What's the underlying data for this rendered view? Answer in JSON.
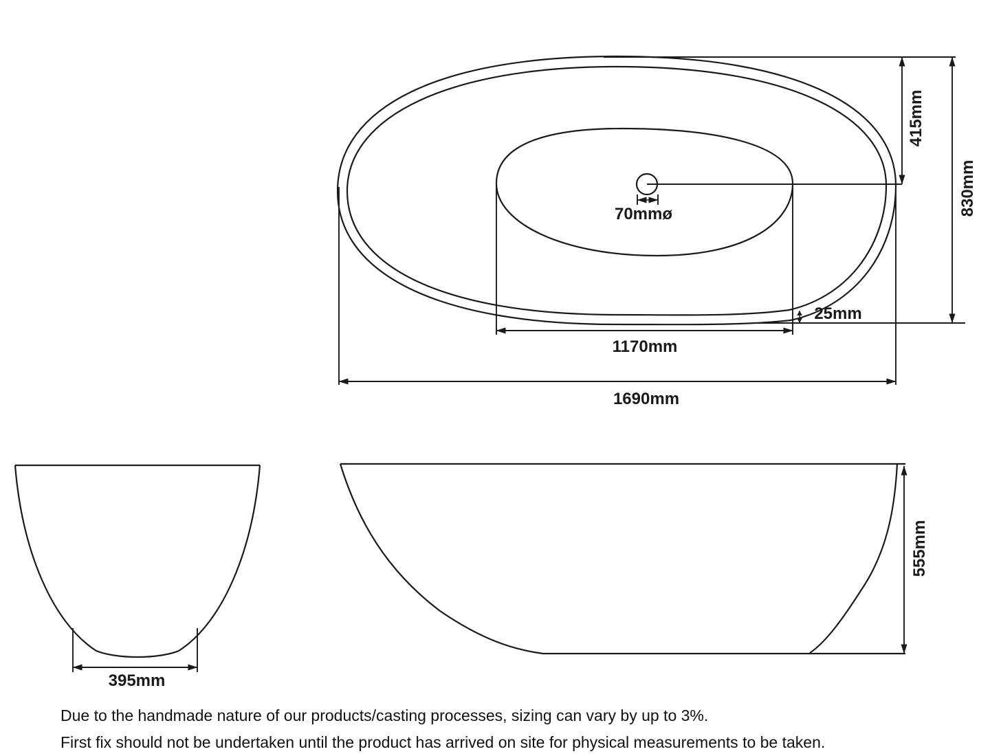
{
  "drawing_type": "bathtub technical dimension drawing",
  "top_view": {
    "overall_length": "1690mm",
    "overall_width": "830mm",
    "width_to_center": "415mm",
    "basin_length": "1170mm",
    "rim_gap": "25mm",
    "drain_diameter": "70mmø"
  },
  "end_view": {
    "base_width": "395mm"
  },
  "side_view": {
    "height": "555mm"
  },
  "notes": {
    "line1": "Due to the handmade nature of our products/casting processes, sizing can vary by up to 3%.",
    "line2": "First fix should not be undertaken until the product has arrived on site for physical measurements to be taken."
  },
  "colors": {
    "line": "#1a1a1a",
    "background": "#ffffff",
    "text": "#111111"
  }
}
